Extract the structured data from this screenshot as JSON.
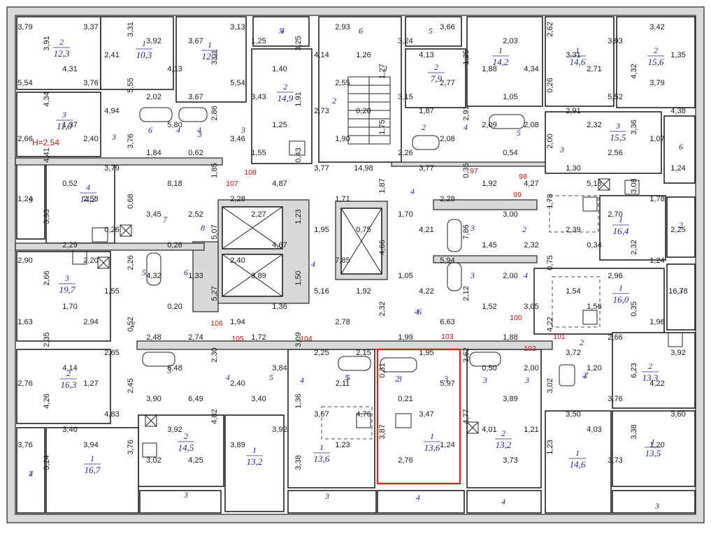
{
  "plan": {
    "highlight_color": "#e0241b",
    "ceiling_height": "H=2,54",
    "apartment_numbers": [
      "108",
      "107",
      "97",
      "98",
      "99",
      "106",
      "105",
      "104",
      "103",
      "102",
      "101",
      "100"
    ],
    "rooms": [
      {
        "id": "r1",
        "num": "2",
        "area": "12,3"
      },
      {
        "id": "r2",
        "num": "1",
        "area": "10,3"
      },
      {
        "id": "r3",
        "num": "1",
        "area": "12,3"
      },
      {
        "id": "r4",
        "num": "2",
        "area": "14,9"
      },
      {
        "id": "r5",
        "num": "2",
        "area": "7,9"
      },
      {
        "id": "r6",
        "num": "1",
        "area": "14,2"
      },
      {
        "id": "r7",
        "num": "1",
        "area": "14,6"
      },
      {
        "id": "r8",
        "num": "2",
        "area": "15,6"
      },
      {
        "id": "r9",
        "num": "3",
        "area": "11,0"
      },
      {
        "id": "r10",
        "num": "3",
        "area": "15,5"
      },
      {
        "id": "r11",
        "num": "4",
        "area": "14,2"
      },
      {
        "id": "r12",
        "num": "1",
        "area": "16,4"
      },
      {
        "id": "r13",
        "num": "3",
        "area": "19,7"
      },
      {
        "id": "r14",
        "num": "1",
        "area": "16,0"
      },
      {
        "id": "r15",
        "num": "2",
        "area": "16,3"
      },
      {
        "id": "r16",
        "num": "2",
        "area": "13,3"
      },
      {
        "id": "r17",
        "num": "2",
        "area": "14,5"
      },
      {
        "id": "r18",
        "num": "1",
        "area": "13,2"
      },
      {
        "id": "r19",
        "num": "1",
        "area": "16,7"
      },
      {
        "id": "r20",
        "num": "1",
        "area": "13,6"
      },
      {
        "id": "r21",
        "num": "1",
        "area": "13,6"
      },
      {
        "id": "r22",
        "num": "2",
        "area": "13,2"
      },
      {
        "id": "r23",
        "num": "1",
        "area": "14,6"
      },
      {
        "id": "r24",
        "num": "1",
        "area": "13,5"
      }
    ],
    "labels": [
      "5",
      "6",
      "5",
      "1",
      "2",
      "3",
      "4",
      "6",
      "4",
      "3",
      "5",
      "4",
      "3",
      "6",
      "9",
      "7",
      "8",
      "2",
      "3",
      "4",
      "5",
      "6",
      "3",
      "4",
      "2",
      "3",
      "2",
      "4",
      "2",
      "3",
      "4",
      "5",
      "4",
      "5",
      "2",
      "3",
      "3",
      "3",
      "2",
      "3",
      "3",
      "4",
      "4",
      "3",
      "4",
      "3",
      "2",
      "4",
      "6",
      "4",
      "4",
      "5",
      "3",
      "7"
    ],
    "dims": [
      "3,79",
      "3,31",
      "3,13",
      "2,93",
      "3,66",
      "2,62",
      "3,42",
      "3,37",
      "3,67",
      "3,25",
      "3,24",
      "2,03",
      "3,93",
      "3,91",
      "3,92",
      "1,25",
      "1,26",
      "1,25",
      "3,31",
      "1,35",
      "2,41",
      "3,01",
      "4,14",
      "4,13",
      "4,34",
      "4,32",
      "4,31",
      "4,13",
      "1,40",
      "1,27",
      "1,88",
      "2,71",
      "5,54",
      "5,55",
      "5,54",
      "2,55",
      "2,77",
      "0,26",
      "3,79",
      "3,76",
      "3,67",
      "1,91",
      "3,15",
      "1,05",
      "5,52",
      "4,34",
      "2,02",
      "3,43",
      "0,20",
      "2,91",
      "2,91",
      "4,38",
      "4,94",
      "2,86",
      "2,73",
      "1,87",
      "2,08",
      "3,36",
      "1,37",
      "5,80",
      "1,25",
      "1,75",
      "2,09",
      "2,32",
      "2,66",
      "3,76",
      "3,46",
      "1,90",
      "2,08",
      "2,00",
      "1,07",
      "2,40",
      "0,62",
      "0,43",
      "2,26",
      "0,54",
      "2,56",
      "4,41",
      "1,84",
      "1,55",
      "14,98",
      "0,36",
      "1,30",
      "1,24",
      "3,79",
      "1,85",
      "3,77",
      "3,77",
      "4,27",
      "3,08",
      "0,52",
      "8,18",
      "4,87",
      "1,87",
      "1,92",
      "5,18",
      "1,24",
      "0,68",
      "2,28",
      "1,71",
      "2,28",
      "1,78",
      "1,78",
      "2,53",
      "2,52",
      "1,23",
      "1,70",
      "3,00",
      "2,70",
      "3,93",
      "3,45",
      "2,27",
      "0,75",
      "7,86",
      "2,39",
      "2,25",
      "0,26",
      "5,07",
      "1,95",
      "4,21",
      "2,32",
      "2,32",
      "2,29",
      "0,26",
      "4,67",
      "4,66",
      "1,45",
      "0,34",
      "2,90",
      "2,26",
      "2,40",
      "7,85",
      "5,94",
      "0,75",
      "1,24",
      "2,20",
      "1,33",
      "1,50",
      "1,05",
      "2,00",
      "2,96",
      "2,66",
      "4,32",
      "3,89",
      "1,92",
      "2,12",
      "1,54",
      "16,78",
      "1,55",
      "5,27",
      "5,16",
      "4,22",
      "3,05",
      "0,35",
      "1,70",
      "0,20",
      "1,36",
      "2,32",
      "1,52",
      "1,56",
      "1,63",
      "0,52",
      "1,94",
      "2,78",
      "6,63",
      "4,22",
      "1,96",
      "2,94",
      "2,74",
      "3,09",
      "1,99",
      "1,88",
      "2,66",
      "2,35",
      "2,48",
      "1,72",
      "2,15",
      "3,62",
      "3,72",
      "3,92",
      "2,65",
      "2,30",
      "2,25",
      "1,95",
      "2,00",
      "6,23",
      "4,14",
      "6,48",
      "3,84",
      "0,31",
      "0,50",
      "1,20",
      "2,76",
      "2,45",
      "2,40",
      "2,11",
      "5,97",
      "3,02",
      "4,22",
      "1,27",
      "6,49",
      "1,36",
      "0,21",
      "3,89",
      "3,76",
      "4,26",
      "3,90",
      "3,40",
      "4,76",
      "4,77",
      "3,50",
      "3,60",
      "4,83",
      "4,82",
      "3,67",
      "3,47",
      "1,21",
      "3,38",
      "3,40",
      "3,92",
      "3,92",
      "3,87",
      "4,01",
      "4,03",
      "3,76",
      "3,76",
      "3,89",
      "1,23",
      "1,24",
      "1,23",
      "1,20",
      "3,94",
      "4,25",
      "3,38",
      "2,76",
      "3,73",
      "3,73",
      "3,24",
      "3,02"
    ]
  }
}
